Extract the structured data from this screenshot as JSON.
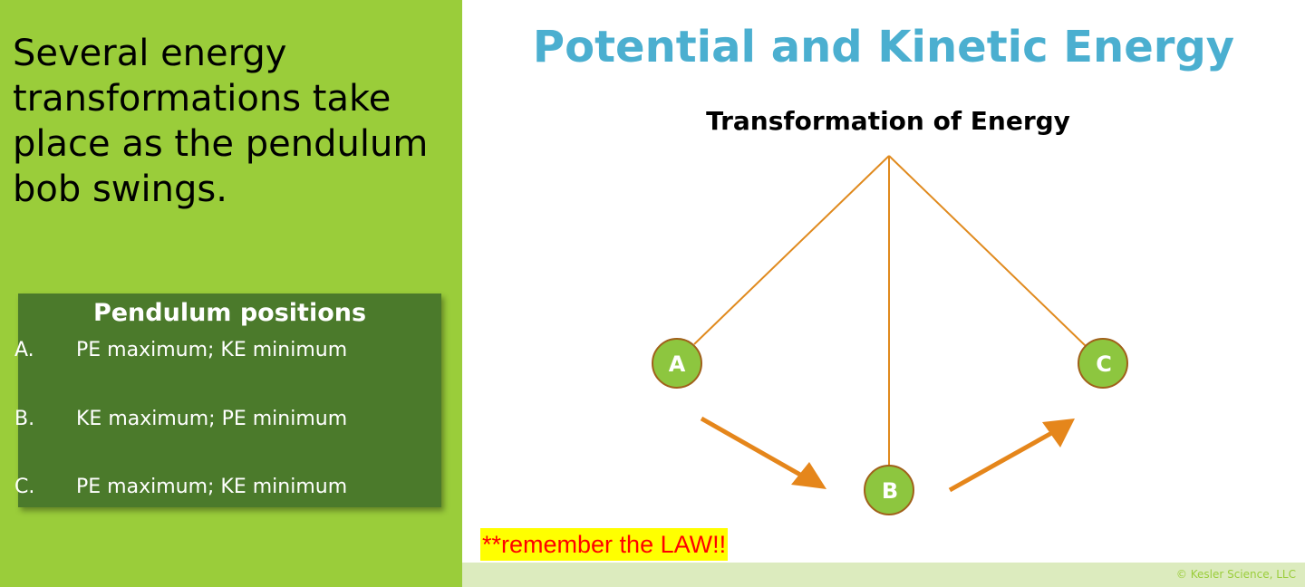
{
  "intro_text": "Several energy transformations take place as the pendulum bob swings.",
  "positions": {
    "title": "Pendulum positions",
    "items": [
      {
        "letter": "A.",
        "text": "PE maximum; KE minimum"
      },
      {
        "letter": "B.",
        "text": "KE maximum; PE minimum"
      },
      {
        "letter": "C.",
        "text": "PE maximum; KE minimum"
      }
    ]
  },
  "slide_title": "Potential and Kinetic Energy",
  "diagram": {
    "title": "Transformation of Energy",
    "bob_labels": [
      "A",
      "B",
      "C"
    ]
  },
  "remember_text": "**remember the LAW!!",
  "copyright": "© Kesler Science, LLC",
  "colors": {
    "left_panel": "#9ACD3A",
    "box": "#4B7A2B",
    "title": "#4BAFD0",
    "string": "#E08A1E",
    "bob_fill": "#8DC63F",
    "bob_stroke": "#A0601A",
    "highlight": "#FFFF00",
    "remember": "#FF0000"
  }
}
